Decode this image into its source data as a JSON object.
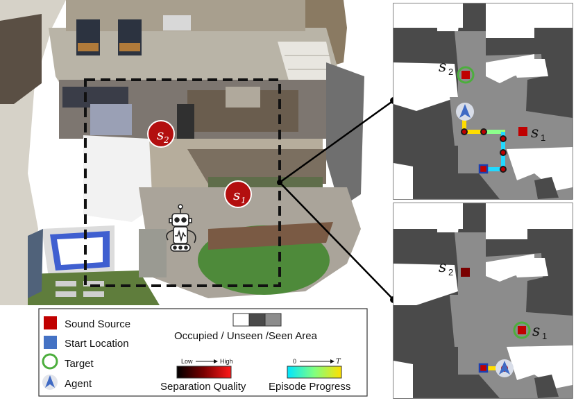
{
  "scene": {
    "source_1": {
      "symbol": "s",
      "index": "1"
    },
    "source_2": {
      "symbol": "s",
      "index": "2"
    }
  },
  "panel_top": {
    "label_s1": {
      "symbol": "s",
      "index": "1"
    },
    "label_s2": {
      "symbol": "s",
      "index": "2"
    }
  },
  "panel_bottom": {
    "label_s1": {
      "symbol": "s",
      "index": "1"
    },
    "label_s2": {
      "symbol": "s",
      "index": "2"
    }
  },
  "legend": {
    "items": [
      {
        "label": "Sound Source",
        "color": "#c00000"
      },
      {
        "label": "Start Location",
        "color": "#4472c4"
      },
      {
        "label": "Target",
        "color": "#4cae3d"
      },
      {
        "label": "Agent",
        "color": "#3f6ac4"
      }
    ],
    "area_label": "Occupied / Unseen /Seen Area",
    "area_colors": [
      "#ffffff",
      "#4a4a4a",
      "#8c8c8c"
    ],
    "separation": {
      "low": "Low",
      "high": "High",
      "label": "Separation Quality"
    },
    "progress": {
      "start": "0",
      "end": "T",
      "label": "Episode Progress"
    }
  }
}
